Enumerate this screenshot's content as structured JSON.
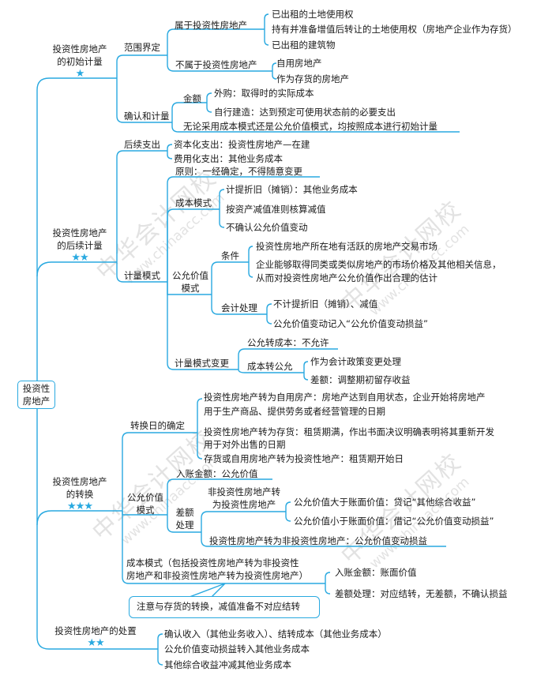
{
  "accent_color": "#29a9e0",
  "watermark": {
    "cn": "中华会计网校",
    "url": "www.chinaacc.com"
  },
  "root": {
    "line1": "投资性",
    "line2": "房地产"
  },
  "initial": {
    "title1": "投资性房地产",
    "title2": "的初始计量",
    "stars": "★",
    "scope": "范围界定",
    "belongs": "属于投资性房地产",
    "belongs_items": [
      "已出租的土地使用权",
      "持有并准备增值后转让的土地使用权（房地产企业作为存货）",
      "已出租的建筑物"
    ],
    "not_belongs": "不属于投资性房地产",
    "not_belongs_items": [
      "自用房地产",
      "作为存货的房地产"
    ],
    "recog": "确认和计量",
    "amount": "金额",
    "amount_items": [
      "外购：取得时的实际成本",
      "自行建造：达到预定可使用状态前的必要支出"
    ],
    "rule": "无论采用成本模式还是公允价值模式，均按照成本进行初始计量"
  },
  "subsequent": {
    "title1": "投资性房地产",
    "title2": "的后续计量",
    "stars": "★★",
    "expenditure": "后续支出",
    "expenditure_items": [
      "资本化支出：投资性房地产—在建",
      "费用化支出：其他业务成本"
    ],
    "model": "计量模式",
    "principle": "原则：一经确定，不得随意变更",
    "cost_model": "成本模式",
    "cost_items": [
      "计提折旧（摊销）：其他业务成本",
      "按资产减值准则核算减值",
      "不确认公允价值变动"
    ],
    "fv_model1": "公允价值",
    "fv_model2": "模式",
    "conditions": "条件",
    "condition_items": [
      "投资性房地产所在地有活跃的房地产交易市场",
      "企业能够取得同类或类似房地产的市场价格及其他相关信息，",
      "从而对投资性房地产公允价值作出合理的估计"
    ],
    "accounting": "会计处理",
    "accounting_items": [
      "不计提折旧（摊销）、减值",
      "公允价值变动记入“公允价值变动损益”"
    ],
    "change": "计量模式变更",
    "fv_to_cost": "公允转成本：不允许",
    "cost_to_fv": "成本转公允",
    "cost_to_fv_items": [
      "作为会计政策变更处理",
      "差额：调整期初留存收益"
    ]
  },
  "conversion": {
    "title1": "投资性房地产",
    "title2": "的转换",
    "stars": "★★★",
    "date": "转换日的确定",
    "date_items": [
      "投资性房地产转为自用房产：房地产达到自用状态，企业开始将房地产",
      "用于生产商品、提供劳务或者经营管理的日期",
      "投资性房地产转为存货：租赁期满，作出书面决议明确表明将其重新开发",
      "用于对外出售的日期",
      "存货或自用房地产转为投资性地产：租赁期开始日"
    ],
    "fv_model1": "公允价值",
    "fv_model2": "模式",
    "entry_amount": "入账金额：公允价值",
    "diff1": "差额",
    "diff2": "处理",
    "non_to_inv1": "非投资性房地产转",
    "non_to_inv2": "为投资性房地产",
    "non_to_inv_items": [
      "公允价值大于账面价值：贷记“其他综合收益”",
      "公允价值小于账面价值：借记“公允价值变动损益”"
    ],
    "inv_to_non": "投资性房地产转为非投资性房地产：公允价值变动损益",
    "cost_model1": "成本模式（包括投资性房地产转为非投资性",
    "cost_model2": "房地产和非投资性房地产转为投资性房地产）",
    "cost_items": [
      "入账金额：账面价值",
      "差额处理：对应结转，无差额，不确认损益"
    ],
    "note": "注意与存货的转换，减值准备不对应结转"
  },
  "disposal": {
    "title": "投资性房地产的处置",
    "stars": "★★",
    "items": [
      "确认收入（其他业务收入）、结转成本（其他业务成本）",
      "公允价值变动损益转入其他业务成本",
      "其他综合收益冲减其他业务成本"
    ]
  }
}
